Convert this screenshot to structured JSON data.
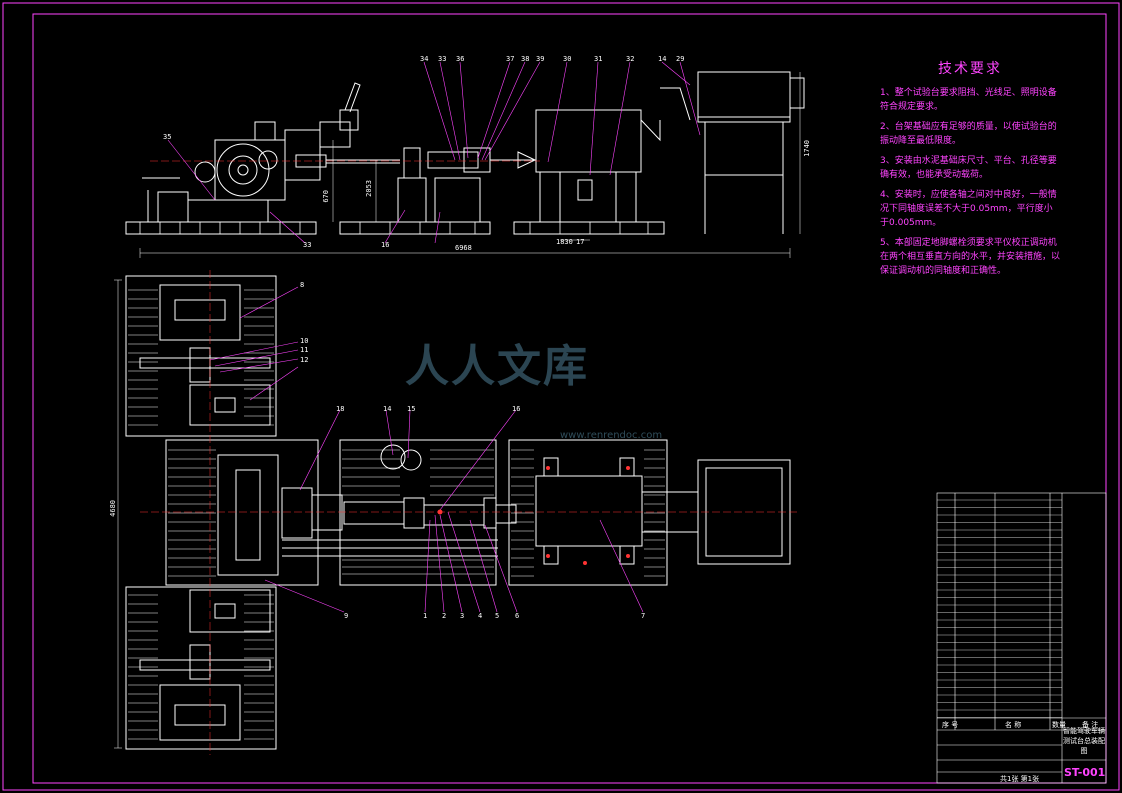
{
  "tech_requirements": {
    "title": "技术要求",
    "items": [
      "1、整个试验台要求阻挡、光线足、照明设备符合规定要求。",
      "2、台架基础应有足够的质量，以使试验台的振动降至最低限度。",
      "3、安装由水泥基础床尺寸、平台、孔径等要确有效，也能承受动载荷。",
      "4、安装时，应使各轴之间对中良好，一般情况下同轴度误差不大于0.05mm，平行度小于0.005mm。",
      "5、本部固定地脚螺栓须要求平仪校正调动机在两个相互垂直方向的水平，并安装措施，以保证调动机的同轴度和正确性。"
    ]
  },
  "dimensions": {
    "total_length": "6968",
    "height_right": "1740",
    "height_mid": "2053",
    "height_left": "670",
    "plan_height": "4680",
    "spacing_a": "1830",
    "spacing_b": "17"
  },
  "balloons_top": [
    "34",
    "33",
    "36",
    "37",
    "38",
    "39",
    "30",
    "31",
    "32",
    "14",
    "29",
    "35",
    "33",
    "16"
  ],
  "balloons_plan": [
    "8",
    "10",
    "11",
    "12",
    "18",
    "14",
    "15",
    "16",
    "1",
    "2",
    "3",
    "4",
    "5",
    "6",
    "7",
    "9"
  ],
  "title_block": {
    "header_seq": "序 号",
    "header_name": "名 称",
    "header_qty": "数量",
    "header_note": "备 注",
    "drawing_name": "智能驾驶车辆测试台总装配图",
    "scale_row": "共1张 第1张",
    "drawing_code": "ST-001"
  },
  "watermark": {
    "text": "人人文库",
    "url": "www.renrendoc.com"
  },
  "colors": {
    "line": "#ffffff",
    "annotation": "#ff44ff",
    "centerline": "#ff3333",
    "leader": "#ff44ff",
    "frame": "#ff44ff",
    "watermark": "#4f7f95"
  }
}
